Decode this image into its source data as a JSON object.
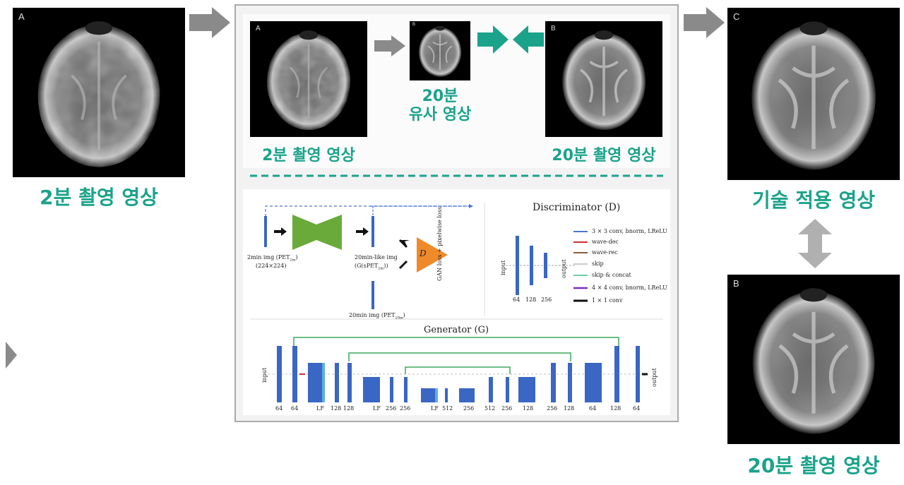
{
  "left": {
    "label": "A",
    "caption": "2분 촬영 영상"
  },
  "center": {
    "input": {
      "label": "A",
      "caption": "2분 촬영 영상"
    },
    "mid_thumb_label": "B",
    "pseudo_caption_line1": "20분",
    "pseudo_caption_line2": "유사 영상",
    "target": {
      "label": "B",
      "caption": "20분 촬영 영상"
    }
  },
  "network": {
    "discriminator_title": "Discriminator (D)",
    "generator_title": "Generator (G)",
    "d_symbol": "D",
    "input_2min": "2min img (PET",
    "input_2min_sub": "2m",
    "input_2min_end": ")",
    "input_size": "(224×224)",
    "like_img": "20min-like img",
    "like_img_expr": "(G(sPET",
    "like_img_sub": "2m",
    "like_img_end": "))",
    "real_20min": "20min img (PET",
    "real_20min_sub": "20m",
    "real_20min_end": ")",
    "loss_label": "GAN loss + pixelwise loss",
    "disc_input": "input",
    "disc_output": "output",
    "disc_dims": [
      "64",
      "128",
      "256"
    ],
    "legend": [
      {
        "label": "3 × 3 conv, bnorm, LReLU",
        "color": "#4a78d0"
      },
      {
        "label": "wave-dec",
        "color": "#d03030"
      },
      {
        "label": "wave-rec",
        "color": "#8a5a3a"
      },
      {
        "label": "skip",
        "color": "#cccccc"
      },
      {
        "label": "skip & concat",
        "color": "#6ad0a0"
      },
      {
        "label": "4 × 4 conv, bnorm, LReLU",
        "color": "#7a30c0"
      },
      {
        "label": "1 × 1 conv",
        "color": "#111111"
      }
    ],
    "gen_input": "input",
    "gen_output": "output",
    "gen_dims": [
      "64",
      "64",
      "LF",
      "128",
      "128",
      "LF",
      "256",
      "256",
      "LF",
      "512",
      "256",
      "512",
      "256",
      "128",
      "256",
      "128",
      "64",
      "128",
      "64"
    ]
  },
  "right_top": {
    "label": "C",
    "caption": "기술 적용 영상"
  },
  "right_bottom": {
    "label": "B",
    "caption": "20분 촬영 영상"
  },
  "colors": {
    "accent": "#1aa38a",
    "arrow_gray": "#8a8a8a",
    "arrow_teal": "#1aa38a",
    "generator_green": "#6aaa3a",
    "discriminator_orange": "#ef8a2a",
    "block_blue": "#3a66c4"
  }
}
